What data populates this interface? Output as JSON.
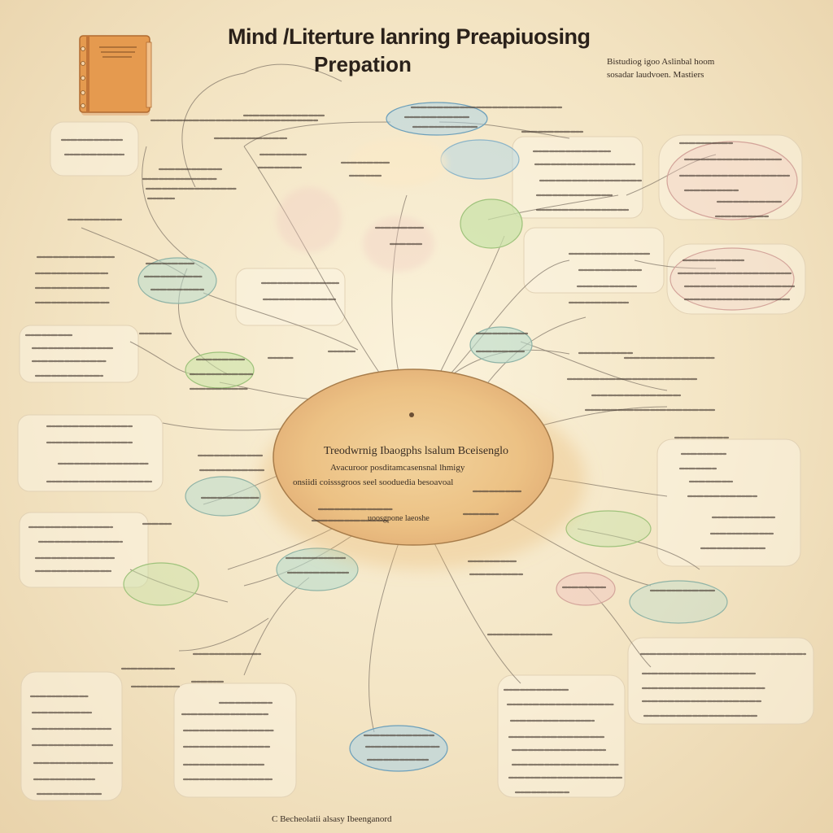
{
  "title": {
    "line1": "Mind /Literture lanring Preapiuosing",
    "line2": "Prepation"
  },
  "top_right": {
    "line1": "Bistudiog igoo Aslinbal hoom",
    "line2": "sosadar laudvoen. Mastiers"
  },
  "footer": "C Becheolatii alsasy Ibeenganord",
  "center": {
    "lines": [
      "Treodwrnig Ibaogphs lsalum Bceisenglo",
      "Avacuroor posditamcasensnal lhmigy",
      "onsiidi coisssgroos seel sooduedia besoavoal",
      "uoosgpone laeoshe"
    ]
  },
  "icons": {
    "notebook": "notebook-icon"
  },
  "colors": {
    "background": "#f5e8c8",
    "center_fill": "#edc58a",
    "line": "#7b6f63",
    "blue": "#a9d2e6",
    "green": "#c8e3a6",
    "pink": "#f0c9c0",
    "teal": "#b9dccd",
    "notebook": "#e59a4f"
  }
}
